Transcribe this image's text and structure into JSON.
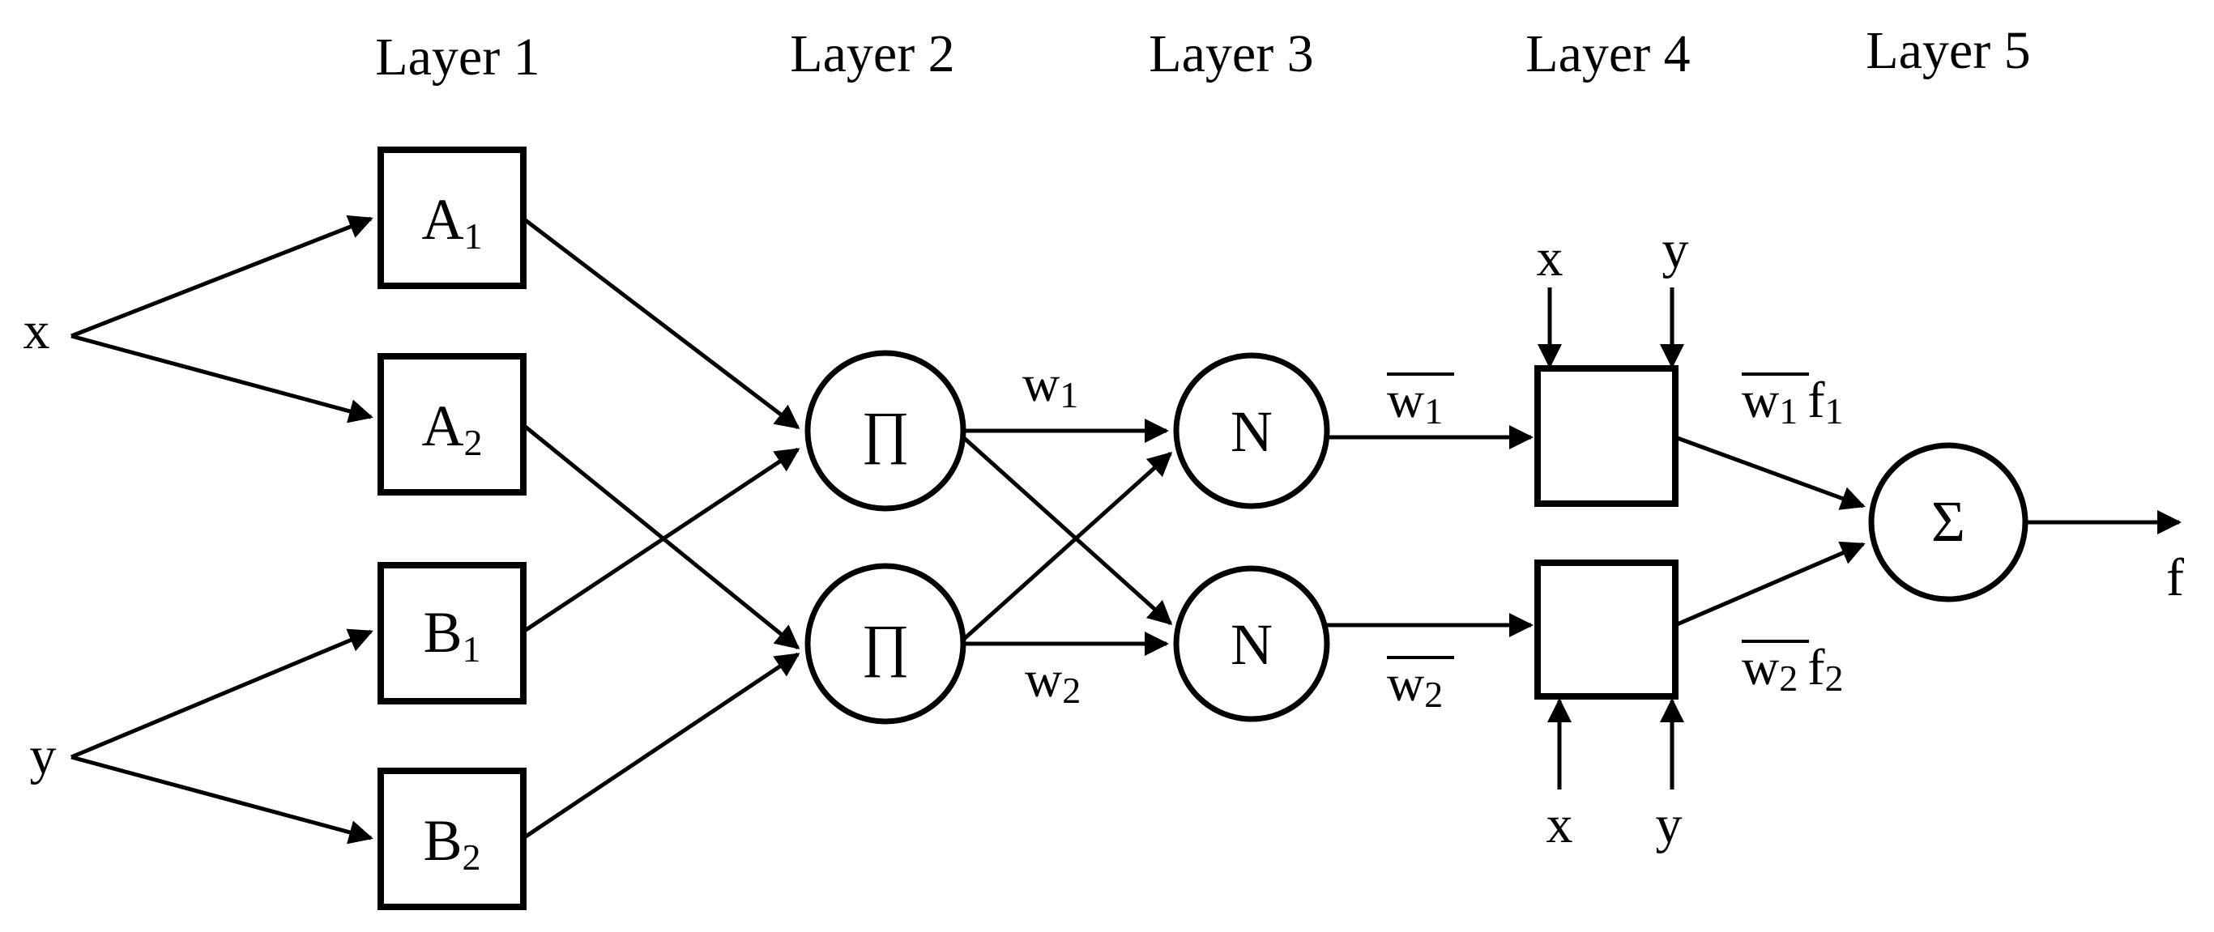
{
  "layers": [
    "Layer 1",
    "Layer 2",
    "Layer 3",
    "Layer 4",
    "Layer 5"
  ],
  "inputs": {
    "x": "x",
    "y": "y"
  },
  "layer1": [
    {
      "letter": "A",
      "sub": "1"
    },
    {
      "letter": "A",
      "sub": "2"
    },
    {
      "letter": "B",
      "sub": "1"
    },
    {
      "letter": "B",
      "sub": "2"
    }
  ],
  "layer2": {
    "symbol": "∏"
  },
  "layer3": {
    "symbol": "N"
  },
  "layer5": {
    "symbol": "Σ"
  },
  "edges": {
    "w1": {
      "main": "w",
      "sub": "1"
    },
    "w2": {
      "main": "w",
      "sub": "2"
    },
    "wbar1": {
      "main": "w",
      "sub": "1"
    },
    "wbar2": {
      "main": "w",
      "sub": "2"
    },
    "wf1": {
      "main": "w",
      "sub": "1",
      "f": "f",
      "fsub": "1"
    },
    "wf2": {
      "main": "w",
      "sub": "2",
      "f": "f",
      "fsub": "2"
    }
  },
  "layer4_inputs": {
    "top": [
      "x",
      "y"
    ],
    "bottom": [
      "x",
      "y"
    ]
  },
  "output": "f"
}
